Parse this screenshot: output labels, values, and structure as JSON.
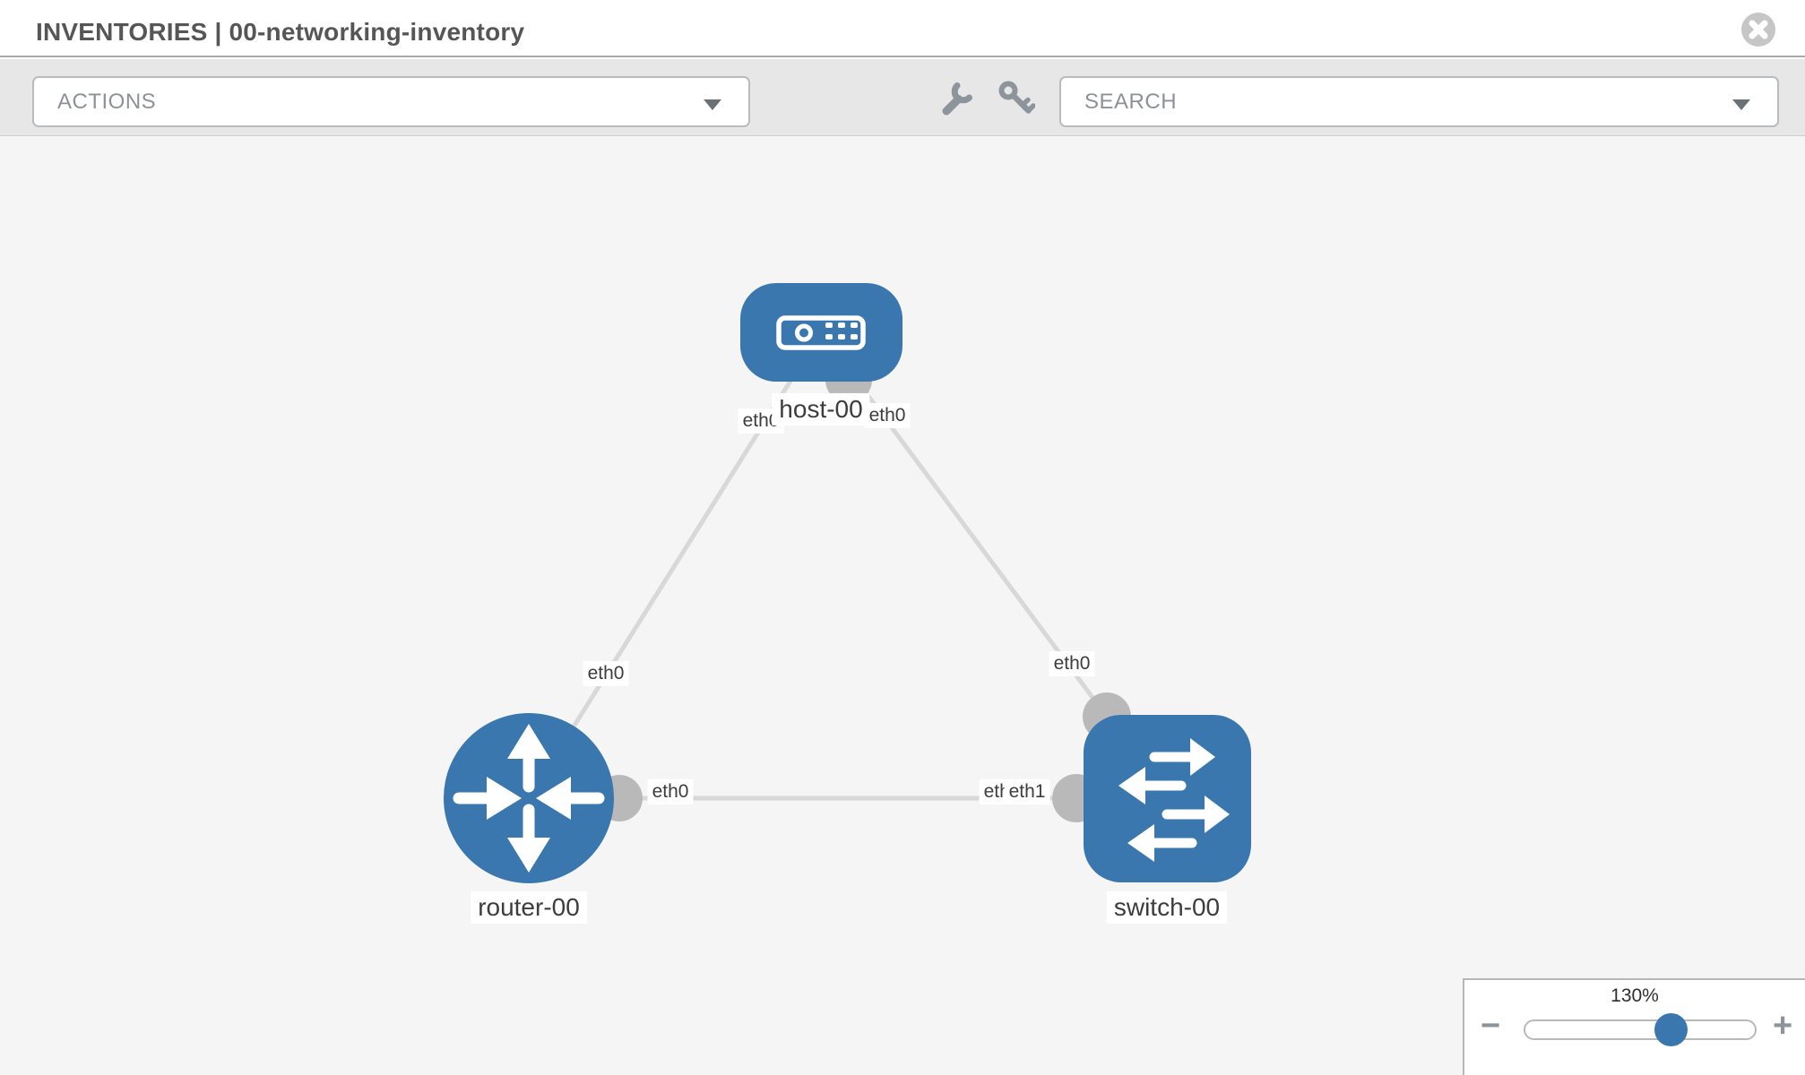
{
  "header": {
    "title": "INVENTORIES | 00-networking-inventory"
  },
  "toolbar": {
    "actions_label": "ACTIONS",
    "search_label": "SEARCH",
    "icons": [
      "wrench",
      "key"
    ]
  },
  "topology": {
    "nodes": [
      {
        "name": "host-00",
        "type": "host",
        "icon": "host-icon"
      },
      {
        "name": "router-00",
        "type": "router",
        "icon": "router-icon"
      },
      {
        "name": "switch-00",
        "type": "switch",
        "icon": "switch-icon"
      }
    ],
    "links": [
      {
        "source": "host-00",
        "source_interface": "eth0",
        "target": "router-00",
        "target_interface": "eth0"
      },
      {
        "source": "host-00",
        "source_interface": "eth0",
        "target": "switch-00",
        "target_interface": "eth0"
      },
      {
        "source": "router-00",
        "source_interface": "eth0",
        "target": "switch-00",
        "target_interface": "eth1"
      }
    ],
    "partially_hidden_interface_label": "eth0"
  },
  "zoom_control": {
    "level": "130%",
    "zoom_out": "−",
    "zoom_in": "+"
  },
  "colors": {
    "node_fill": "#3a77af",
    "link": "#d8d8d8",
    "interface_circle": "#b9b9b9",
    "canvas_bg": "#f5f5f5",
    "slider_handle": "#3a77af",
    "toolbar_bg": "#e7e7e7"
  }
}
